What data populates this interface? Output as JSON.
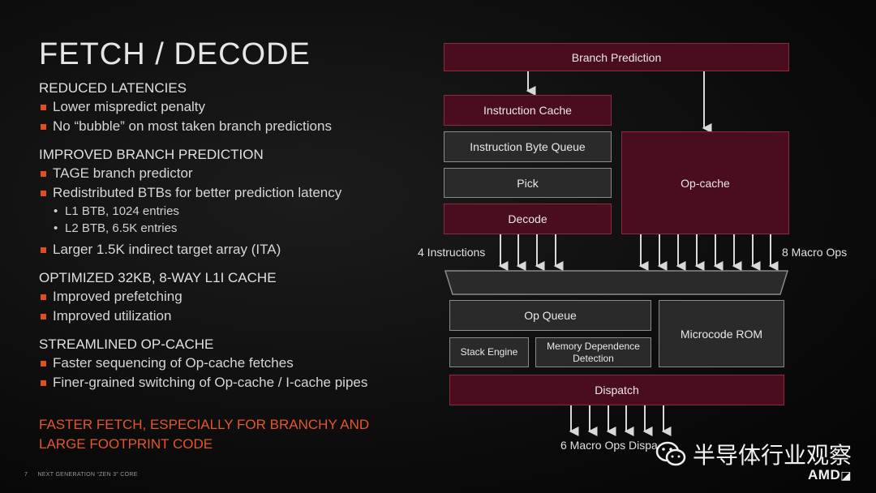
{
  "slide": {
    "title": "FETCH / DECODE",
    "sections": [
      {
        "heading": "REDUCED LATENCIES",
        "bullets": [
          "Lower mispredict penalty",
          "No “bubble” on most taken branch predictions"
        ]
      },
      {
        "heading": "IMPROVED BRANCH PREDICTION",
        "bullets": [
          "TAGE branch predictor",
          "Redistributed BTBs for better prediction latency",
          "L1 BTB, 1024 entries",
          "L2 BTB, 6.5K entries",
          "Larger 1.5K indirect target array (ITA)"
        ]
      },
      {
        "heading": "OPTIMIZED 32KB, 8-WAY L1I CACHE",
        "bullets": [
          "Improved prefetching",
          "Improved utilization"
        ]
      },
      {
        "heading": "STREAMLINED OP-CACHE",
        "bullets": [
          "Faster sequencing of Op-cache fetches",
          "Finer-grained switching of Op-cache / I-cache pipes"
        ]
      }
    ],
    "callout": [
      "FASTER FETCH, ESPECIALLY FOR BRANCHY AND",
      "LARGE FOOTPRINT CODE"
    ],
    "footer": {
      "page": "7",
      "text": "NEXT GENERATION “ZEN 3” CORE"
    }
  },
  "diagram": {
    "branch_prediction": "Branch Prediction",
    "instruction_cache": "Instruction Cache",
    "instruction_byte_queue": "Instruction Byte Queue",
    "pick": "Pick",
    "decode": "Decode",
    "op_cache": "Op-cache",
    "four_instructions": "4 Instructions",
    "eight_macro_ops": "8 Macro Ops",
    "op_queue": "Op Queue",
    "microcode_rom": "Microcode ROM",
    "stack_engine": "Stack Engine",
    "memory_dependence": [
      "Memory Dependence",
      "Detection"
    ],
    "dispatch": "Dispatch",
    "six_macro_ops": "6 Macro Ops Dispa"
  },
  "watermark": {
    "text": "半导体行业观察",
    "icon": "wechat-icon"
  },
  "logo": "AMD",
  "colors": {
    "accent": "#e0501e",
    "box_red": "#4a0d1e",
    "box_red_border": "#8b2a42",
    "box_gray_border": "#8a8a8a"
  }
}
